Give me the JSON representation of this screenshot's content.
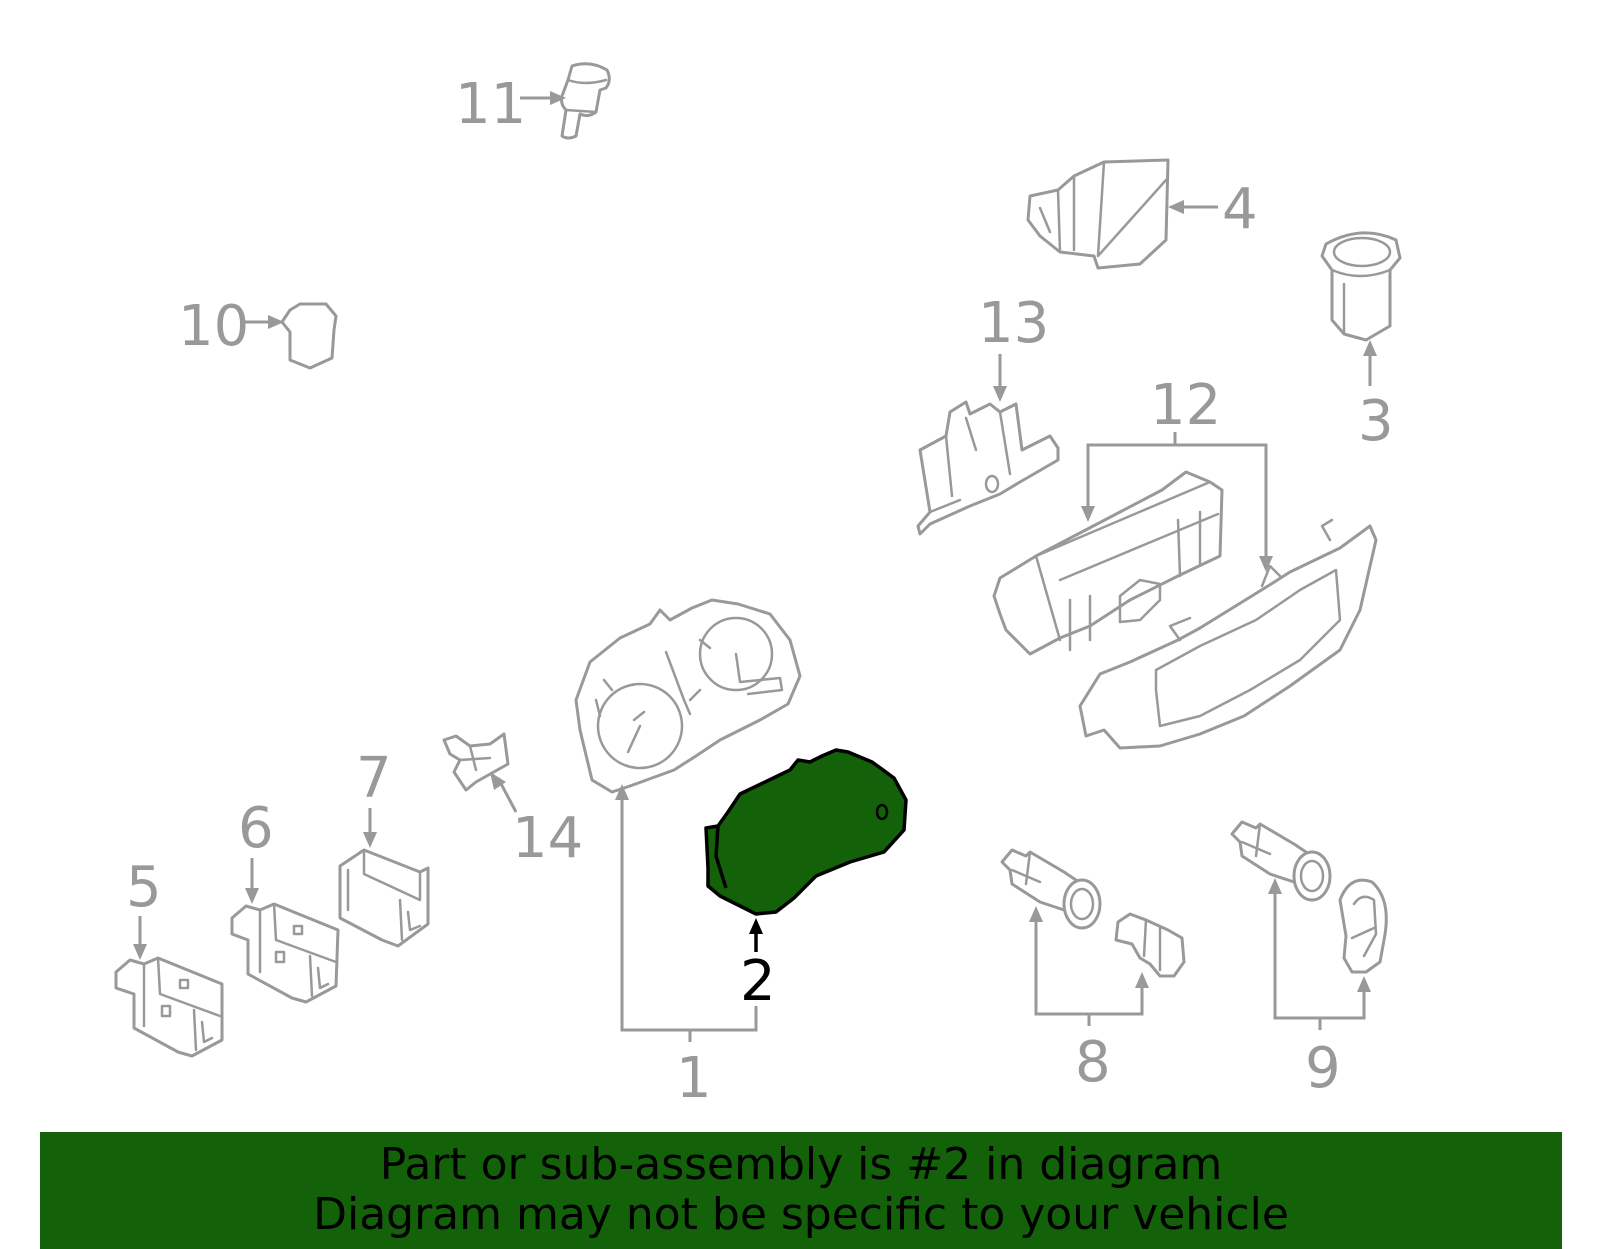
{
  "diagram": {
    "highlight_color": "#136209",
    "part_outline_color": "#999999",
    "callouts": {
      "c1": "1",
      "c2": "2",
      "c3": "3",
      "c4": "4",
      "c5": "5",
      "c6": "6",
      "c7": "7",
      "c8": "8",
      "c9": "9",
      "c10": "10",
      "c11": "11",
      "c12": "12",
      "c13": "13",
      "c14": "14"
    },
    "highlighted_part": "2"
  },
  "banner": {
    "line1": "Part or sub-assembly is #2 in diagram",
    "line2": "Diagram may not be specific to your vehicle"
  }
}
